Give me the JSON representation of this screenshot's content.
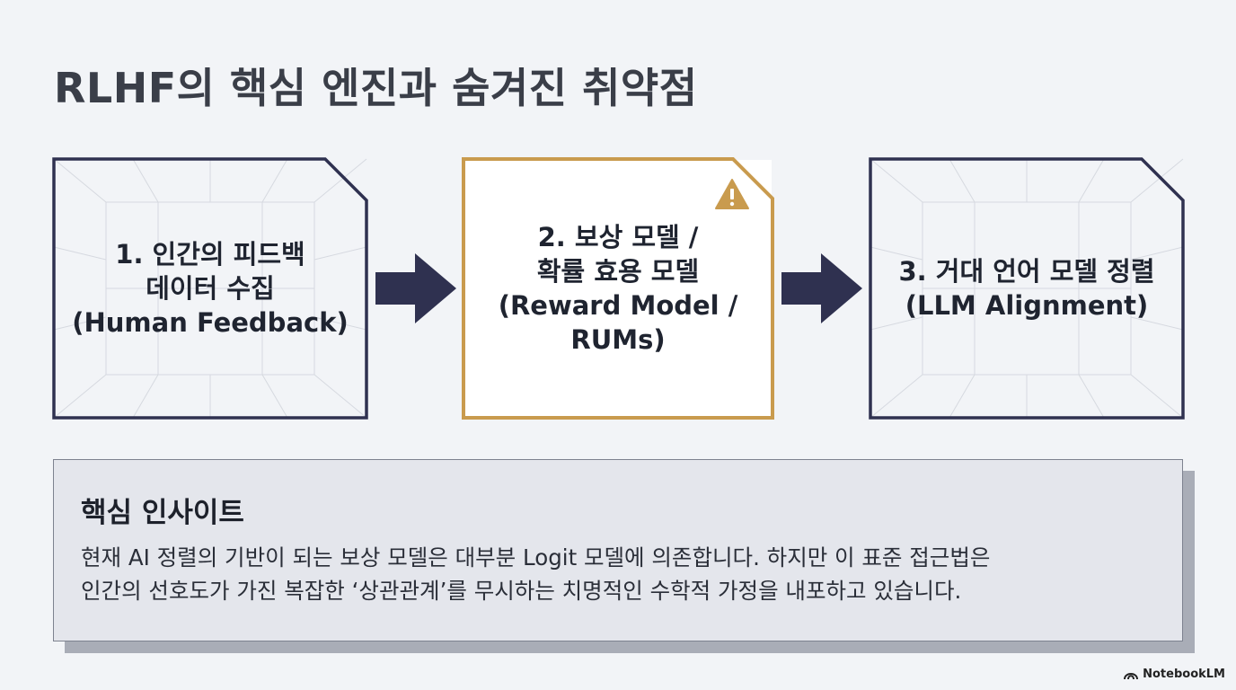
{
  "title": "RLHF의 핵심 엔진과 숨겨진 취약점",
  "steps": [
    {
      "lines": [
        "1. 인간의 피드백",
        "데이터 수집",
        "(Human Feedback)"
      ],
      "border_color": "#2f3150",
      "highlighted": false
    },
    {
      "lines": [
        "2. 보상 모델 /",
        "확률 효용 모델",
        "(Reward Model /",
        "RUMs)"
      ],
      "border_color": "#c99b4e",
      "highlighted": true,
      "badge_icon": "warning-icon"
    },
    {
      "lines": [
        "3. 거대 언어 모델 정렬",
        "(LLM Alignment)"
      ],
      "border_color": "#2f3150",
      "highlighted": false
    }
  ],
  "arrow_icon": "arrow-right-icon",
  "insight": {
    "heading": "핵심 인사이트",
    "lines": [
      "현재 AI 정렬의 기반이 되는 보상 모델은 대부분 Logit 모델에 의존합니다. 하지만 이 표준 접근법은",
      "인간의 선호도가 가진 복잡한 ‘상관관계’를 무시하는 치명적인 수학적 가정을 내포하고 있습니다."
    ]
  },
  "brand": {
    "label": "NotebookLM",
    "icon": "notebooklm-logo-icon"
  },
  "colors": {
    "accent": "#c99b4e",
    "navy": "#2f3150",
    "background": "#f2f4f7"
  }
}
